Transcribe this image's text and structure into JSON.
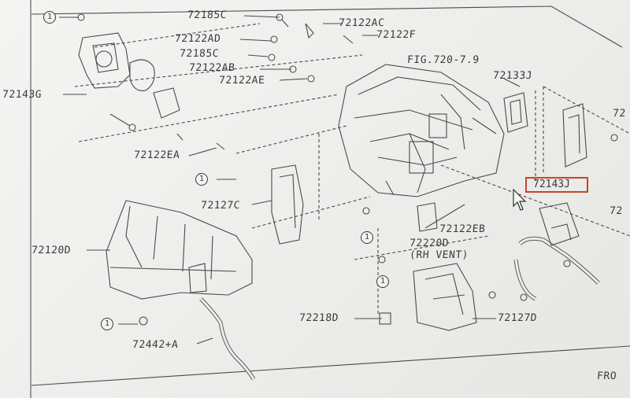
{
  "diagram": {
    "labels": {
      "p72185C_top": "72185C",
      "p72122AC": "72122AC",
      "p72122AD": "72122AD",
      "p72122F": "72122F",
      "p72185C_mid": "72185C",
      "p72122AB": "72122AB",
      "p72122AE": "72122AE",
      "fig_ref": "FIG.720-7.9",
      "p72143G": "72143G",
      "p72133J": "72133J",
      "p72122EA": "72122EA",
      "p72127C": "72127C",
      "p72143J": "72143J",
      "p72120D": "72120D",
      "p72122EB": "72122EB",
      "p72220D": "72220D",
      "rh_vent": "(RH VENT)",
      "p72218D": "72218D",
      "p72127D": "72127D",
      "p72442A": "72442+A",
      "edge_r1": "72",
      "edge_r2": "72",
      "edge_fr": "FRO"
    },
    "callout_number": "1",
    "highlight_color": "#c8442a"
  }
}
